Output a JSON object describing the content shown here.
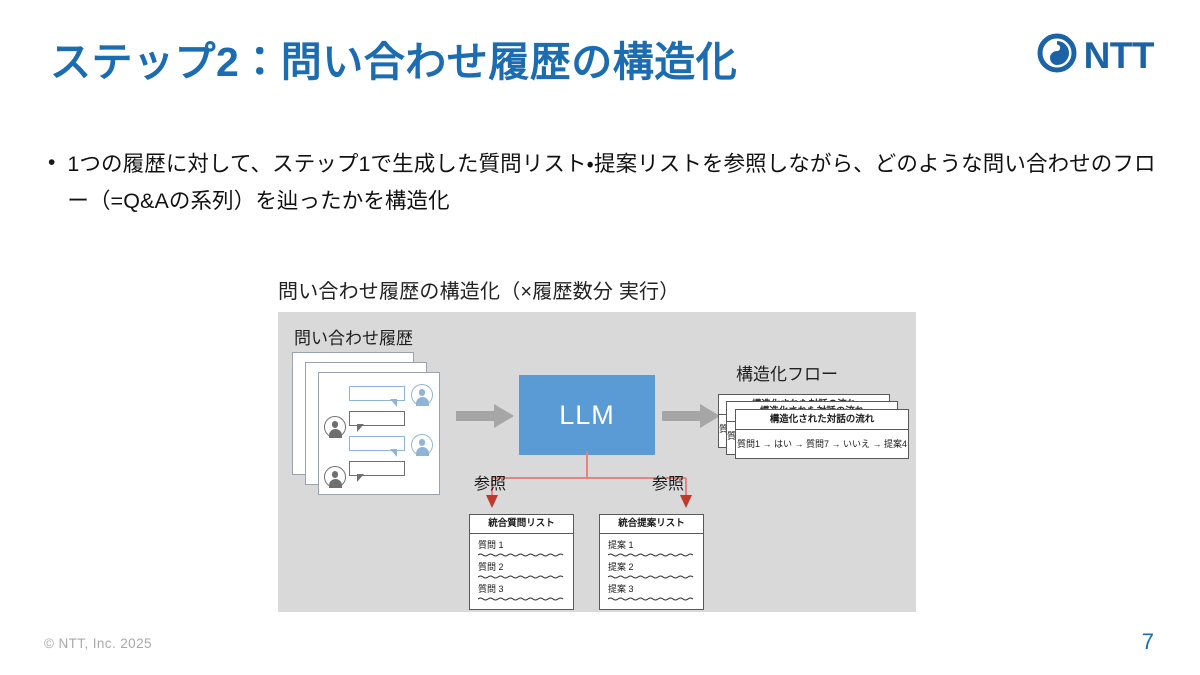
{
  "slide": {
    "title": "ステップ2：問い合わせ履歴の構造化",
    "title_color": "#1b6cb0",
    "page_number": "7",
    "copyright": "© NTT, Inc.  2025"
  },
  "logo": {
    "wordmark": "NTT",
    "color": "#1b63a6"
  },
  "body": {
    "bullet_marker": "•",
    "bullet_text": "1つの履歴に対して、ステップ1で生成した質問リスト・提案リストを参照しながら、どのような問い合わせのフロー（=Q&Aの系列）を辿ったかを構造化"
  },
  "figure": {
    "caption": "問い合わせ履歴の構造化（×履歴数分 実行）",
    "panel_background": "#d9d9d9",
    "history": {
      "label": "問い合わせ履歴",
      "card_count": 3,
      "bubbles": [
        "blue",
        "gray",
        "blue",
        "gray"
      ]
    },
    "llm": {
      "label": "LLM",
      "color": "#5b9bd5"
    },
    "flow": {
      "label": "構造化フロー",
      "card_count": 3,
      "card_title": "構造化された対話の流れ",
      "card_content": "質問1 → はい → 質問7 → いいえ → 提案4"
    },
    "reference": {
      "label_left": "参照",
      "label_right": "参照",
      "connector_color": "#e8837a"
    },
    "question_list": {
      "title": "統合質問リスト",
      "items": [
        "質問 1",
        "質問 2",
        "質問 3"
      ]
    },
    "proposal_list": {
      "title": "統合提案リスト",
      "items": [
        "提案 1",
        "提案 2",
        "提案 3"
      ]
    },
    "arrow_color": "#a6a6a6"
  }
}
